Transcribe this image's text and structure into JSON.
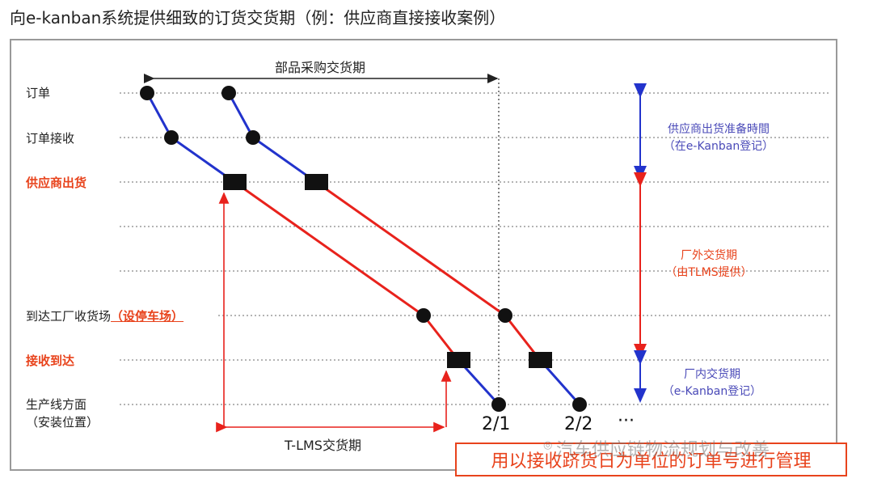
{
  "title": "向e-kanban系统提供细致的订货交货期（例：供应商直接接收案例）",
  "rows": {
    "order": "订单",
    "order_receive": "订单接收",
    "supplier_ship": "供应商出货",
    "arrive_prefix": "到达工厂收货场",
    "arrive_sub": "（设停车场）",
    "receive_arrive": "接收到达",
    "line_1": "生产线方面",
    "line_2": "（安装位置）"
  },
  "spans": {
    "purchase_leadtime": "部品采购交货期",
    "tlms_leadtime": "T-LMS交货期"
  },
  "annotations": {
    "supplier_prep_1": "供应商出货准备時間",
    "supplier_prep_2": "（在e-Kanban登记）",
    "outside_1": "厂外交货期",
    "outside_2": "（由TLMS提供）",
    "inside_1": "厂内交货期",
    "inside_2": "（e-Kanban登记）"
  },
  "dates": {
    "d1": "2/1",
    "d2": "2/2",
    "more": "···"
  },
  "footer": "用以接收跻货日为单位的订单号进行管理",
  "watermark": "汽车供应链物流规划与改善",
  "colors": {
    "blue": "#2233cc",
    "red": "#e8221c",
    "annotation_blue": "#4a4ab8",
    "annotation_red": "#e8431c"
  }
}
